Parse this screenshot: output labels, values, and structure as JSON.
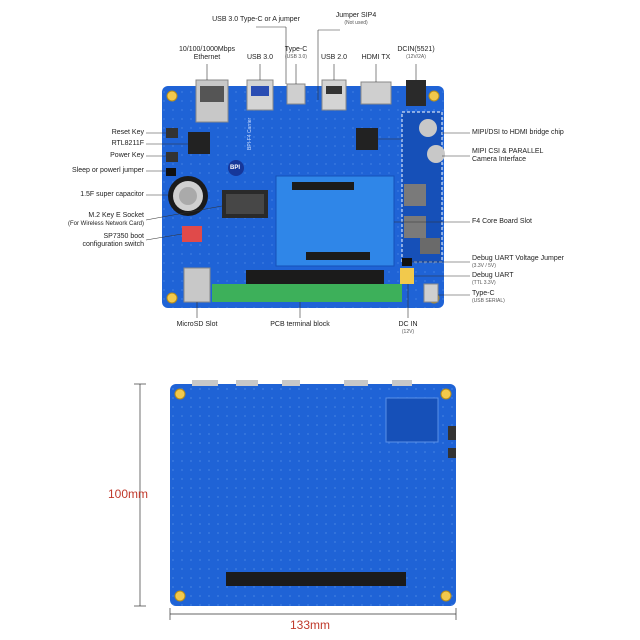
{
  "top_labels": {
    "usb3_typec_jumper": "USB 3.0 Type-C or A jumper",
    "jumper_sip4": "Jumper SIP4",
    "jumper_sip4_sub": "(Not used)",
    "ethernet_line1": "10/100/1000Mbps",
    "ethernet_line2": "Ethernet",
    "usb30": "USB 3.0",
    "typec": "Type-C",
    "typec_sub": "(USB 3.0)",
    "usb20": "USB 2.0",
    "hdmi_tx": "HDMI TX",
    "dcin": "DCIN(5521)",
    "dcin_sub": "(12V/2A)"
  },
  "left_labels": {
    "reset_key": "Reset Key",
    "rtl8211f": "RTL8211F",
    "power_key": "Power Key",
    "sleep_jumper": "Sleep or powerl jumper",
    "super_cap": "1.5F super capacitor",
    "m2_line1": "M.2 Key E Socket",
    "m2_line2": "(For Wireless Network Card)",
    "boot_line1": "SP7350 boot",
    "boot_line2": "configuration switch"
  },
  "right_labels": {
    "mipi_dsi": "MIPI/DSI to HDMI bridge chip",
    "mipi_csi_line1": "MIPI CSI & PARALLEL",
    "mipi_csi_line2": "Camera Interface",
    "f4_slot": "F4 Core Board Slot",
    "debug_jumper": "Debug UART Voltage Jumper",
    "debug_jumper_sub": "(3.3V / 5V)",
    "debug_uart": "Debug UART",
    "debug_uart_sub": "(TTL 3.3V)",
    "typec_serial": "Type-C",
    "typec_serial_sub": "(USB SERIAL)"
  },
  "bottom_labels": {
    "microsd": "MicroSD Slot",
    "pcb_terminal": "PCB terminal block",
    "dc_in": "DC IN",
    "dc_in_sub": "(12V)"
  },
  "board_silkscreen": {
    "logo": "BPI",
    "model": "BPI-F4 Carrier"
  },
  "dimensions": {
    "height": "100mm",
    "width": "133mm"
  },
  "colors": {
    "pcb_blue": "#1f63d6",
    "pcb_dark": "#1650b8",
    "core_slot": "#2f86e8",
    "terminal_green": "#3db05a",
    "dim_red": "#c0392b",
    "leader": "#333333"
  }
}
